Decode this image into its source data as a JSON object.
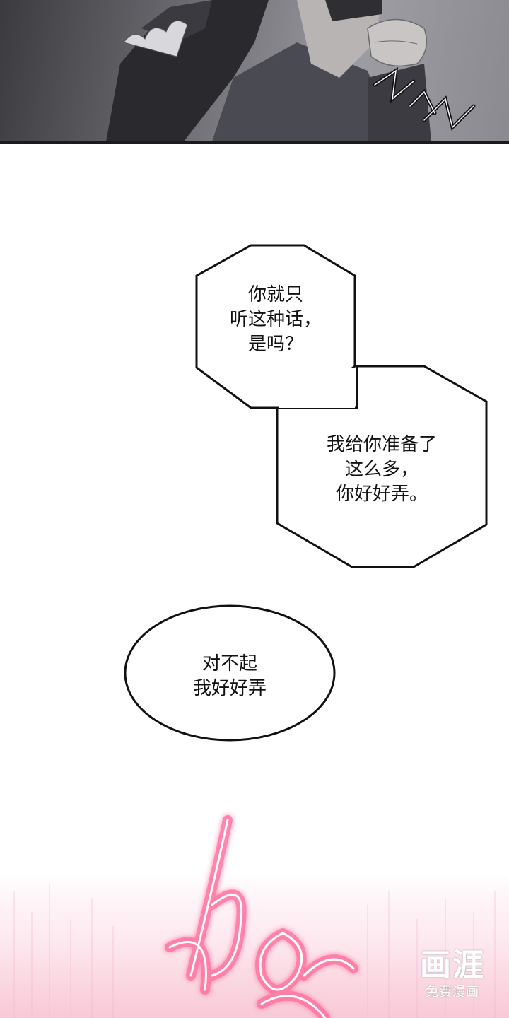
{
  "bubbles": {
    "bubble1": "你就只\n听这种话，\n是吗？",
    "bubble2": "我给你准备了\n这么多，\n你好好弄。",
    "bubble3": "对不起\n我好好弄"
  },
  "watermark": {
    "logo": "画涯",
    "sub": "免费漫画"
  },
  "colors": {
    "ink": "#111111",
    "neon_pink": "#ff6f9e"
  }
}
